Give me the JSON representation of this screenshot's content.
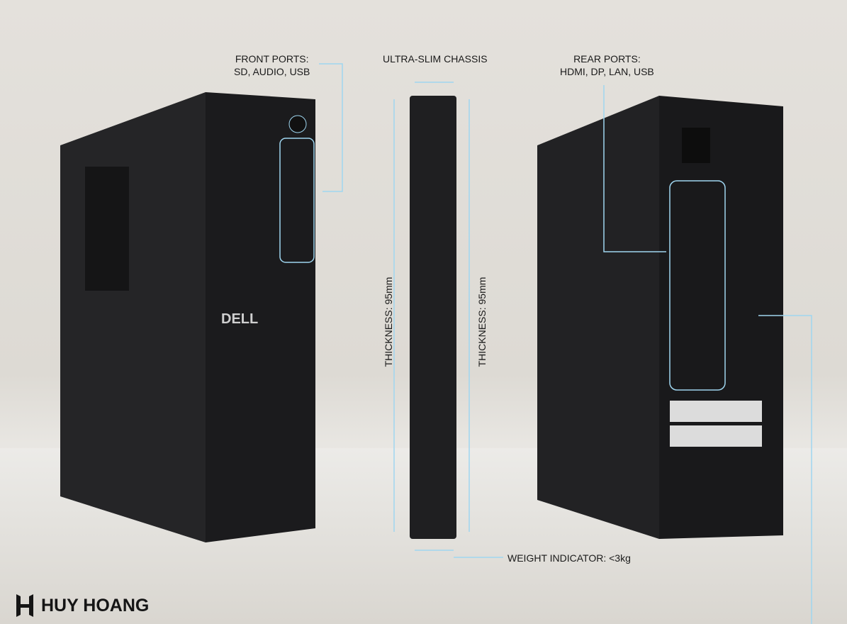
{
  "labels": {
    "front_title": "FRONT PORTS:",
    "front_sub": "SD, AUDIO, USB",
    "chassis": "ULTRA-SLIM CHASSIS",
    "rear_title": "REAR PORTS:",
    "rear_sub": "HDMI, DP, LAN, USB",
    "thickness_left": "THICKNESS: 95mm",
    "thickness_right": "THICKNESS: 95mm",
    "weight": "WEIGHT INDICATOR: <3kg"
  },
  "product": {
    "brand": "DELL"
  },
  "watermark": {
    "name": "HUY HOANG"
  },
  "colors": {
    "accent": "#9fd6f0",
    "case": "#1c1c1e"
  }
}
